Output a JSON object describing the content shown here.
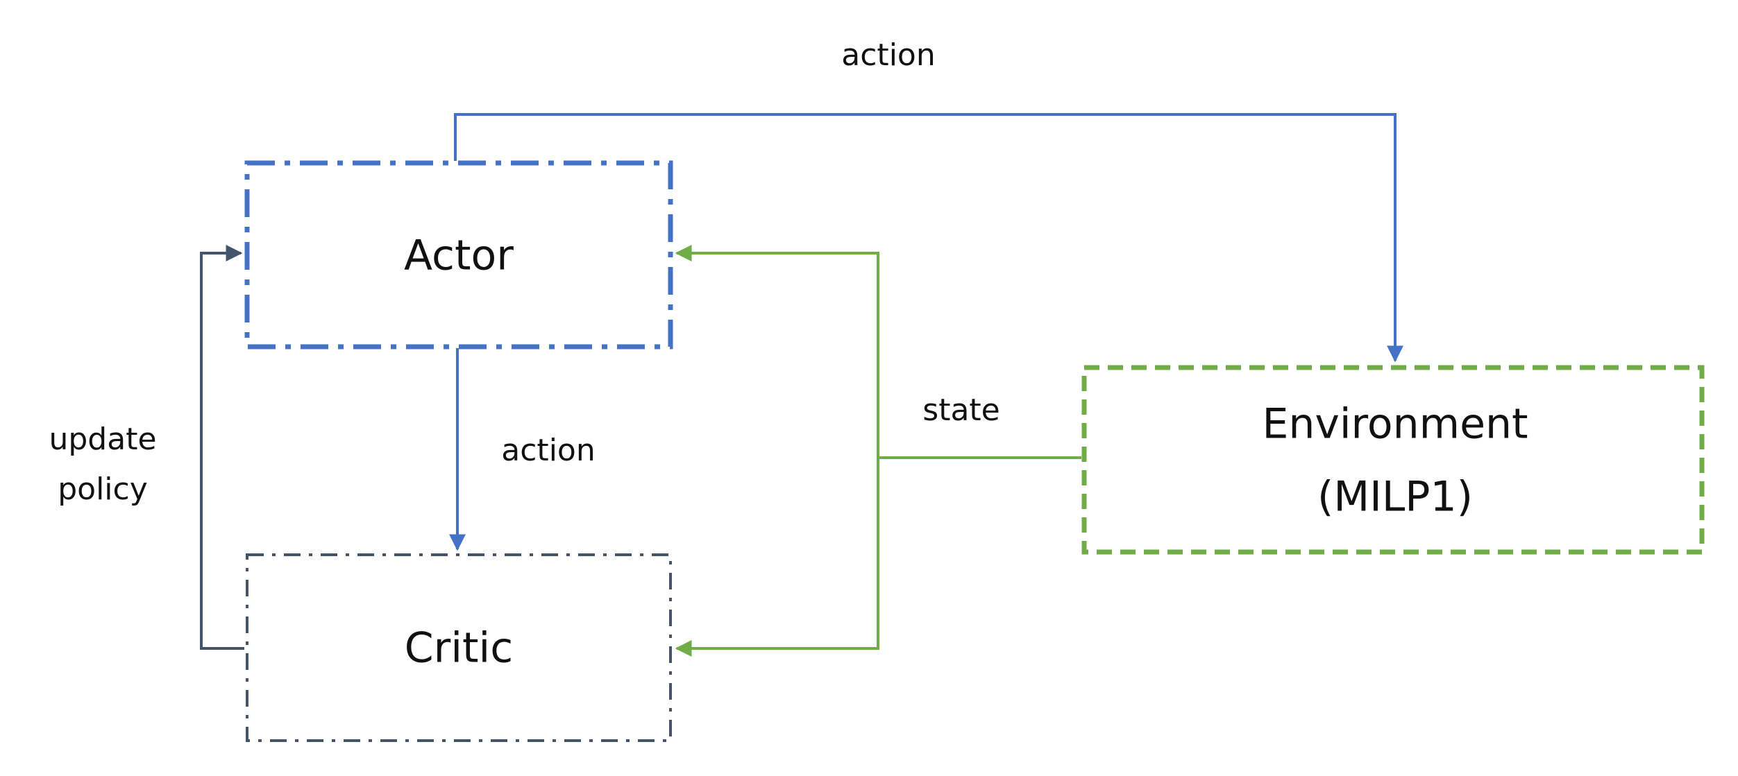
{
  "colors": {
    "actor": "#4472C4",
    "critic": "#44546A",
    "environment": "#70AD47",
    "text": "#111111"
  },
  "nodes": {
    "actor": {
      "label": "Actor"
    },
    "critic": {
      "label": "Critic"
    },
    "environment": {
      "label": "Environment",
      "sublabel": "(MILP1)"
    }
  },
  "edges": {
    "action_top": {
      "label": "action",
      "from": "Actor",
      "to": "Environment"
    },
    "action_mid": {
      "label": "action",
      "from": "Actor",
      "to": "Critic"
    },
    "state": {
      "label": "state",
      "from": "Environment",
      "to": "Actor, Critic"
    },
    "update_policy": {
      "label_line1": "update",
      "label_line2": "policy",
      "from": "Critic",
      "to": "Actor"
    }
  }
}
